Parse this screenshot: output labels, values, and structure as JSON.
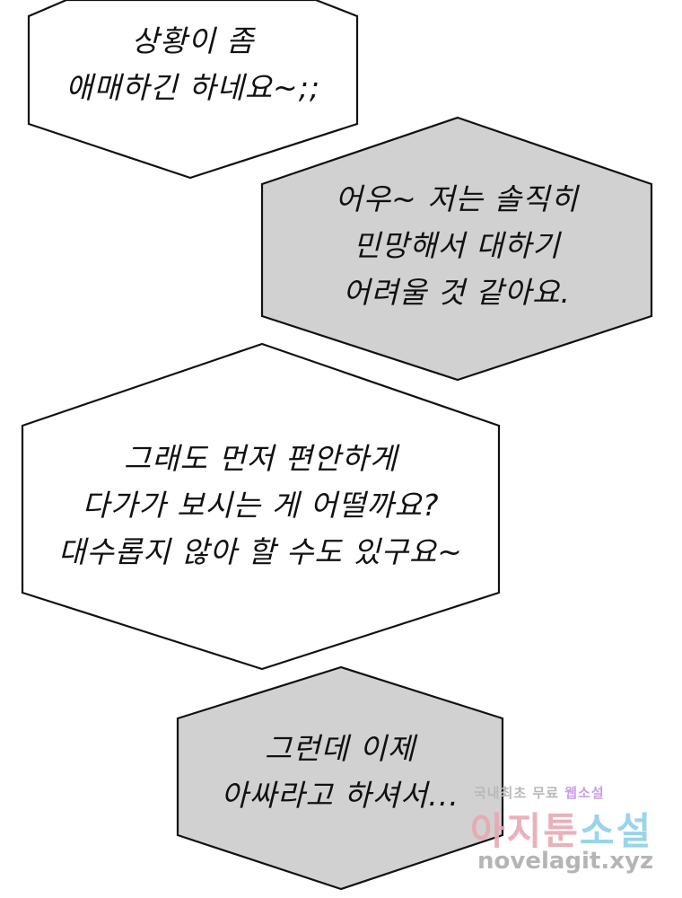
{
  "bubbles": [
    {
      "id": "b1",
      "fill": "#ffffff",
      "lines": [
        "상황이 좀",
        "애매하긴 하네요~;;"
      ]
    },
    {
      "id": "b2",
      "fill": "#d1d1d1",
      "lines": [
        "어우~ 저는 솔직히",
        "민망해서 대하기",
        "어려울 것 같아요."
      ]
    },
    {
      "id": "b3",
      "fill": "#ffffff",
      "lines": [
        "그래도 먼저 편안하게",
        "다가가 보시는 게 어떨까요?",
        "대수롭지 않아 할 수도 있구요~"
      ]
    },
    {
      "id": "b4",
      "fill": "#d1d1d1",
      "lines": [
        "그런데 이제",
        "아싸라고 하셔서..."
      ]
    }
  ],
  "watermark": {
    "small_prefix": "국내최초 무료 ",
    "small_accent": "웹소설",
    "big_prefix": "아지툰",
    "big_accent": "소설",
    "url": "novelagit.xyz"
  },
  "colors": {
    "outline": "#111111",
    "gray_fill": "#d1d1d1",
    "white_fill": "#ffffff"
  }
}
